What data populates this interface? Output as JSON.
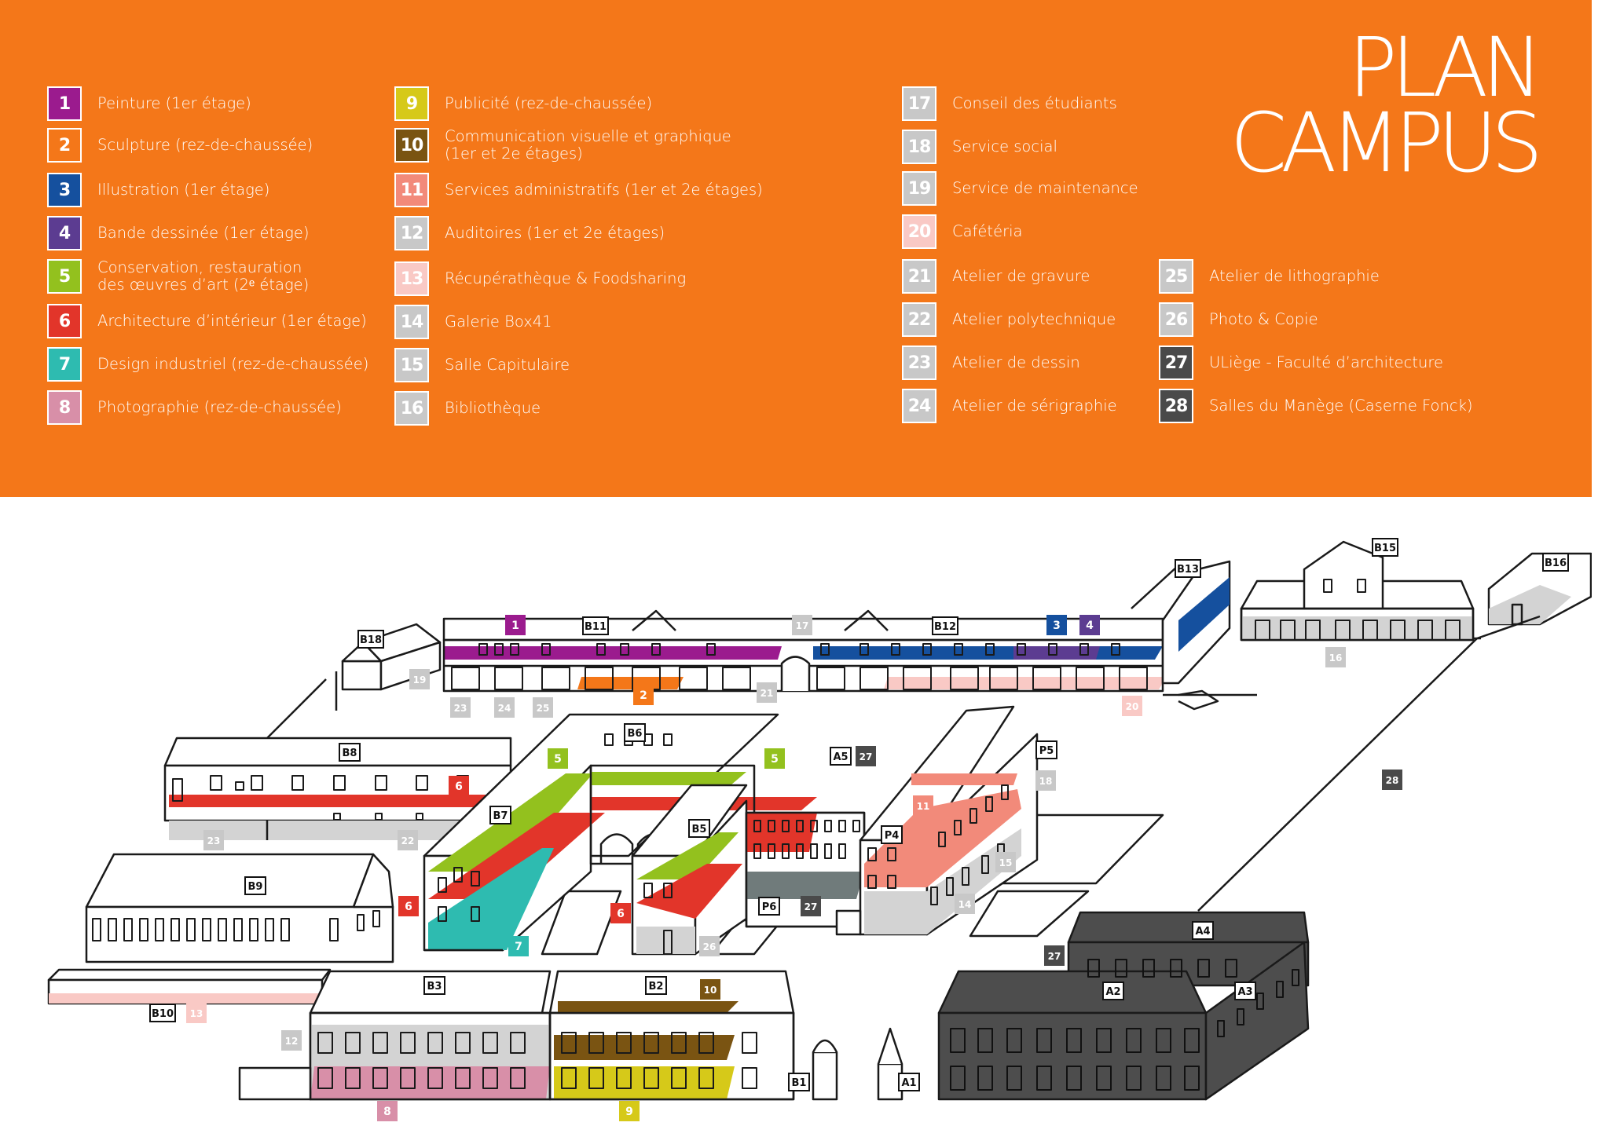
{
  "title": {
    "line1": "PLAN",
    "line2": "CAMPUS"
  },
  "legend": [
    {
      "num": "1",
      "label": "Peinture (1er étage)",
      "color": "#9b1b8e"
    },
    {
      "num": "2",
      "label": "Sculpture (rez-de-chaussée)",
      "color": "#f47719"
    },
    {
      "num": "3",
      "label": "Illustration (1er étage)",
      "color": "#15509e"
    },
    {
      "num": "4",
      "label": "Bande dessinée (1er étage)",
      "color": "#5c3c91"
    },
    {
      "num": "5",
      "label": "Conservation, restauration\ndes œuvres d’art (2ᵉ étage)",
      "color": "#93c11e"
    },
    {
      "num": "6",
      "label": "Architecture d’intérieur (1er étage)",
      "color": "#e2352a"
    },
    {
      "num": "7",
      "label": "Design industriel (rez-de-chaussée)",
      "color": "#2ebbb0"
    },
    {
      "num": "8",
      "label": "Photographie (rez-de-chaussée)",
      "color": "#d88fa8"
    },
    {
      "num": "9",
      "label": "Publicité (rez-de-chaussée)",
      "color": "#d6c919"
    },
    {
      "num": "10",
      "label": "Communication visuelle et graphique\n(1er et 2e étages)",
      "color": "#7a5412"
    },
    {
      "num": "11",
      "label": "Services administratifs (1er et 2e étages)",
      "color": "#f28a7a"
    },
    {
      "num": "12",
      "label": "Auditoires (1er et 2e étages)",
      "color": "#c8c8c8"
    },
    {
      "num": "13",
      "label": "Récupérathèque & Foodsharing",
      "color": "#f9c9c5"
    },
    {
      "num": "14",
      "label": "Galerie Box41",
      "color": "#c8c8c8"
    },
    {
      "num": "15",
      "label": "Salle Capitulaire",
      "color": "#c8c8c8"
    },
    {
      "num": "16",
      "label": "Bibliothèque",
      "color": "#c8c8c8"
    },
    {
      "num": "17",
      "label": "Conseil des étudiants",
      "color": "#c8c8c8"
    },
    {
      "num": "18",
      "label": "Service social",
      "color": "#c8c8c8"
    },
    {
      "num": "19",
      "label": "Service de maintenance",
      "color": "#c8c8c8"
    },
    {
      "num": "20",
      "label": "Cafétéria",
      "color": "#f9c9c5"
    },
    {
      "num": "21",
      "label": "Atelier de gravure",
      "color": "#c8c8c8"
    },
    {
      "num": "22",
      "label": "Atelier polytechnique",
      "color": "#c8c8c8"
    },
    {
      "num": "23",
      "label": "Atelier de dessin",
      "color": "#c8c8c8"
    },
    {
      "num": "24",
      "label": "Atelier de sérigraphie",
      "color": "#c8c8c8"
    },
    {
      "num": "25",
      "label": "Atelier de lithographie",
      "color": "#c8c8c8"
    },
    {
      "num": "26",
      "label": "Photo & Copie",
      "color": "#c8c8c8"
    },
    {
      "num": "27",
      "label": "ULiège - Faculté d’architecture",
      "color": "#4a4a4a"
    },
    {
      "num": "28",
      "label": "Salles du Manège (Caserne Fonck)",
      "color": "#4a4a4a"
    }
  ],
  "buildings": [
    "B1",
    "B2",
    "B3",
    "B5",
    "B6",
    "B7",
    "B8",
    "B9",
    "B10",
    "B11",
    "B12",
    "B13",
    "B15",
    "B16",
    "B18",
    "A1",
    "A2",
    "A3",
    "A4",
    "A5",
    "P4",
    "P5",
    "P6"
  ],
  "map_markers": [
    "1",
    "2",
    "3",
    "4",
    "5",
    "5",
    "6",
    "6",
    "6",
    "7",
    "8",
    "9",
    "10",
    "11",
    "12",
    "13",
    "14",
    "15",
    "16",
    "17",
    "18",
    "19",
    "20",
    "21",
    "22",
    "23",
    "23",
    "24",
    "25",
    "26",
    "27",
    "27",
    "27",
    "28"
  ],
  "colors": {
    "header": "#f47719",
    "outline": "#1a1a1a",
    "dark_building": "#4d4d4d"
  }
}
